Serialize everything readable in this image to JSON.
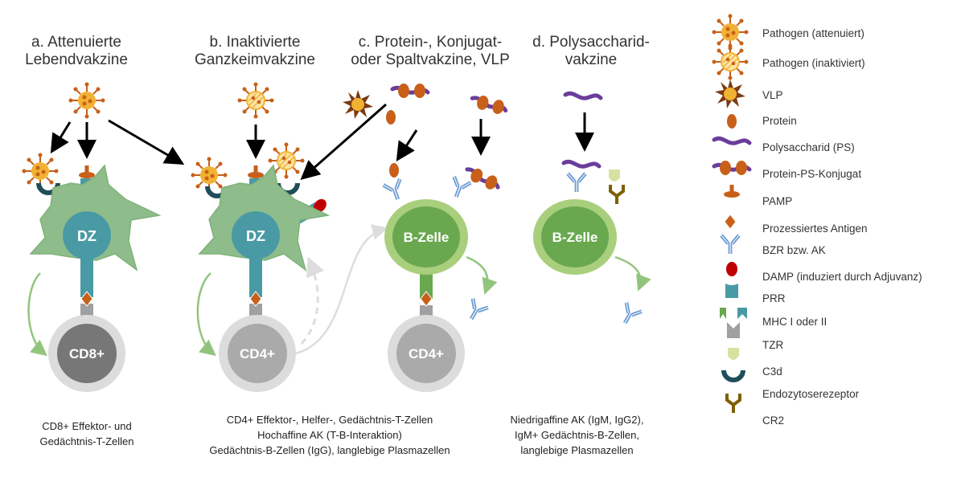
{
  "panels": [
    {
      "title1": "a. Attenuierte",
      "title2": "Lebendvakzine",
      "cell": "DZ",
      "tcell": "CD8+",
      "caption": [
        "CD8+ Effektor- und",
        "Gedächtnis-T-Zellen"
      ]
    },
    {
      "title1": "b. Inaktivierte",
      "title2": "Ganzkeimvakzine",
      "cell": "DZ",
      "tcell": "CD4+",
      "caption": [
        "CD4+ Effektor-, Helfer-, Gedächtnis-T-Zellen",
        "Hochaffine AK (T-B-Interaktion)",
        "Gedächtnis-B-Zellen (IgG), langlebige Plasmazellen"
      ]
    },
    {
      "title1": "c. Protein-, Konjugat-",
      "title2": "oder Spaltvakzine, VLP",
      "cell": "B-Zelle",
      "tcell": "CD4+"
    },
    {
      "title1": "d. Polysaccharid-",
      "title2": "vakzine",
      "cell": "B-Zelle",
      "caption": [
        "Niedrigaffine AK (IgM, IgG2),",
        "IgM+ Gedächtnis-B-Zellen,",
        "langlebige Plasmazellen"
      ]
    }
  ],
  "legend": [
    {
      "icon": "pathogen-attenuated",
      "label": "Pathogen (attenuiert)"
    },
    {
      "icon": "pathogen-inactivated",
      "label": "Pathogen (inaktiviert)"
    },
    {
      "icon": "vlp",
      "label": "VLP"
    },
    {
      "icon": "protein",
      "label": "Protein"
    },
    {
      "icon": "polysaccharide",
      "label": "Polysaccharid (PS)"
    },
    {
      "icon": "conjugate",
      "label": "Protein-PS-Konjugat"
    },
    {
      "icon": "pamp",
      "label": "PAMP"
    },
    {
      "icon": "antigen",
      "label": "Prozessiertes Antigen"
    },
    {
      "icon": "antibody",
      "label": "BZR bzw. AK"
    },
    {
      "icon": "damp",
      "label": "DAMP (induziert durch Adjuvanz)"
    },
    {
      "icon": "prr",
      "label": "PRR"
    },
    {
      "icon": "mhc",
      "label": "MHC I oder II"
    },
    {
      "icon": "tcr",
      "label": "TZR"
    },
    {
      "icon": "c3d",
      "label": "C3d"
    },
    {
      "icon": "endocytosis-receptor",
      "label": "Endozytoserezeptor"
    },
    {
      "icon": "cr2",
      "label": "CR2"
    }
  ],
  "colors": {
    "dc": "#8fbc8b",
    "nucleus": "#4a9aa5",
    "bcell": "#6aa84f",
    "bcell_outer": "#a9cf7d",
    "protein": "#c8601a",
    "ps": "#6a3d9a",
    "antibody": "#6b9bd2",
    "arrow": "#000000"
  }
}
